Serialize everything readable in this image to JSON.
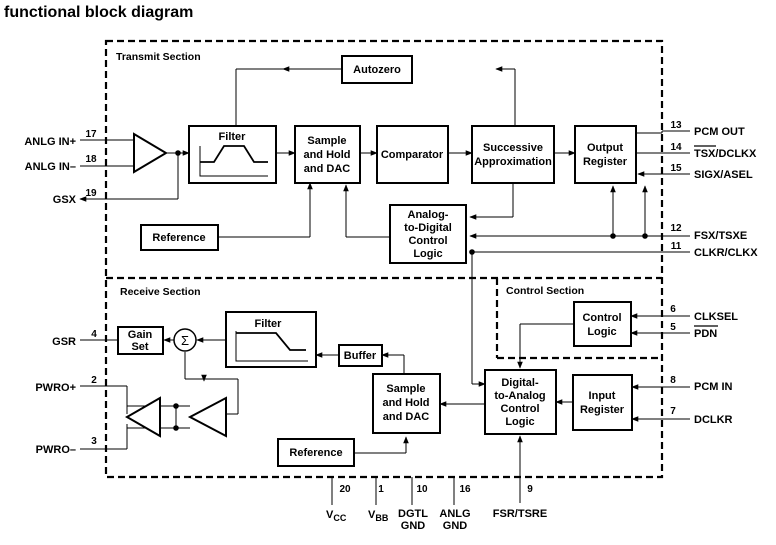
{
  "title": "functional block diagram",
  "sections": {
    "transmit": "Transmit Section",
    "receive": "Receive Section",
    "control": "Control Section"
  },
  "blocks": {
    "autozero": "Autozero",
    "tx_filter": "Filter",
    "tx_sample_hold": [
      "Sample",
      "and Hold",
      "and DAC"
    ],
    "comparator": "Comparator",
    "successive": [
      "Successive",
      "Approximation"
    ],
    "output_register": [
      "Output",
      "Register"
    ],
    "tx_reference": "Reference",
    "adc_logic": [
      "Analog-",
      "to-Digital",
      "Control",
      "Logic"
    ],
    "gain_set": [
      "Gain",
      "Set"
    ],
    "sigma": "Σ",
    "rx_filter": "Filter",
    "buffer": "Buffer",
    "rx_sample_hold": [
      "Sample",
      "and Hold",
      "and DAC"
    ],
    "dac_logic": [
      "Digital-",
      "to-Analog",
      "Control",
      "Logic"
    ],
    "input_register": [
      "Input",
      "Register"
    ],
    "control_logic": [
      "Control",
      "Logic"
    ],
    "rx_reference": "Reference"
  },
  "pins": {
    "anlg_in_plus": {
      "label": "ANLG IN+",
      "num": "17"
    },
    "anlg_in_minus": {
      "label": "ANLG IN–",
      "num": "18"
    },
    "gsx": {
      "label": "GSX",
      "num": "19"
    },
    "pcm_out": {
      "label": "PCM OUT",
      "num": "13"
    },
    "tsx_dclkx": {
      "label": "TSX/DCLKX",
      "num": "14"
    },
    "sigx_asel": {
      "label": "SIGX/ASEL",
      "num": "15"
    },
    "fsx_tsxe": {
      "label": "FSX/TSXE",
      "num": "12"
    },
    "clkr_clkx": {
      "label": "CLKR/CLKX",
      "num": "11"
    },
    "gsr": {
      "label": "GSR",
      "num": "4"
    },
    "pwro_plus": {
      "label": "PWRO+",
      "num": "2"
    },
    "pwro_minus": {
      "label": "PWRO–",
      "num": "3"
    },
    "clksel": {
      "label": "CLKSEL",
      "num": "6"
    },
    "pdn": {
      "label": "PDN",
      "num": "5"
    },
    "pcm_in": {
      "label": "PCM IN",
      "num": "8"
    },
    "dclkr": {
      "label": "DCLKR",
      "num": "7"
    },
    "vcc": {
      "label": "V",
      "sub": "CC",
      "num": "20"
    },
    "vbb": {
      "label": "V",
      "sub": "BB",
      "num": "1"
    },
    "dgtl_gnd": {
      "label": [
        "DGTL",
        "GND"
      ],
      "num": "10"
    },
    "anlg_gnd": {
      "label": [
        "ANLG",
        "GND"
      ],
      "num": "16"
    },
    "fsr_tsre": {
      "label": "FSR/TSRE",
      "num": "9"
    }
  }
}
